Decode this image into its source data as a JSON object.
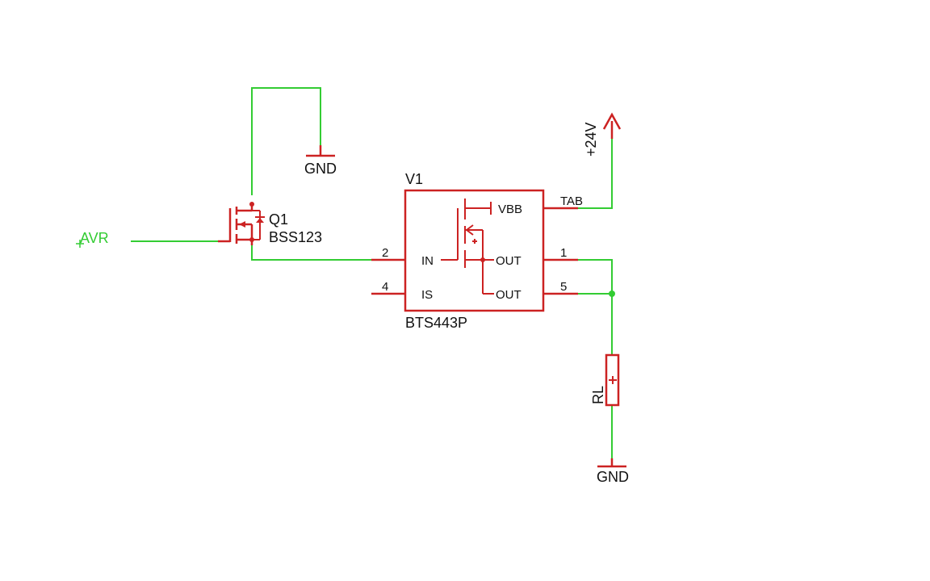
{
  "colors": {
    "wire": "#33cc33",
    "part": "#cc2222",
    "text": "#111111",
    "net_label": "#33cc33",
    "background": "#ffffff"
  },
  "nets": {
    "avr": "AVR",
    "vsupply": "+24V"
  },
  "transistor": {
    "name": "Q1",
    "value": "BSS123"
  },
  "switch_ic": {
    "name": "V1",
    "value": "BTS443P",
    "pins": {
      "in_name": "IN",
      "in_num": "2",
      "is_name": "IS",
      "is_num": "4",
      "vbb_name": "VBB",
      "tab_name": "TAB",
      "out1_name": "OUT",
      "out1_num": "1",
      "out5_name": "OUT",
      "out5_num": "5"
    }
  },
  "load": {
    "name": "RL"
  },
  "grounds": {
    "top": "GND",
    "bottom": "GND"
  }
}
